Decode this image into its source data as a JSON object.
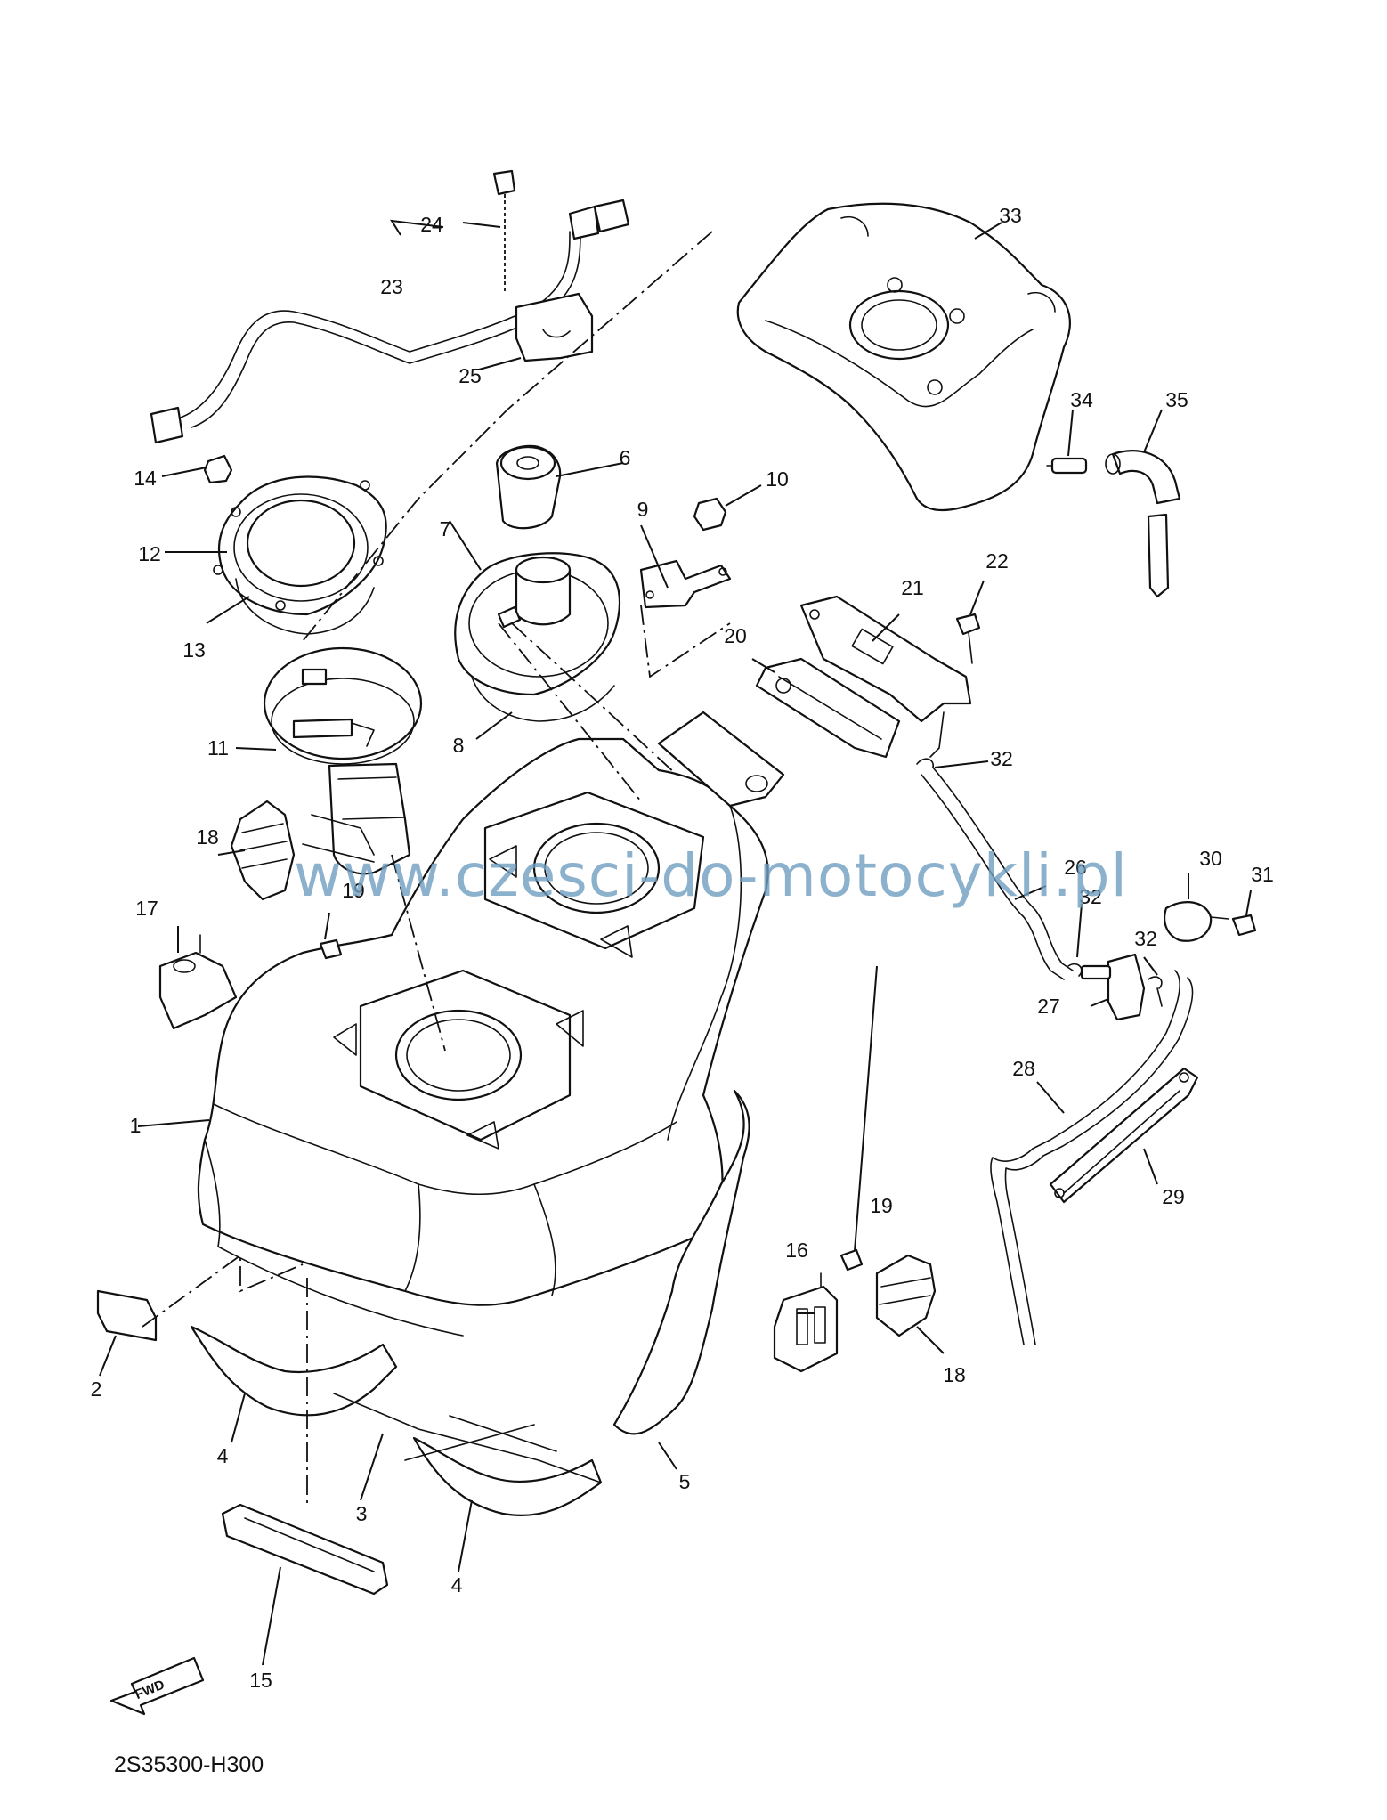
{
  "diagram": {
    "code": "2S35300-H300",
    "watermark": "www.czesci-do-motocykli.pl",
    "fwd_label": "FWD",
    "part_labels": [
      "1",
      "2",
      "3",
      "4",
      "4",
      "5",
      "6",
      "7",
      "8",
      "9",
      "10",
      "11",
      "12",
      "13",
      "14",
      "15",
      "16",
      "17",
      "18",
      "18",
      "19",
      "19",
      "20",
      "21",
      "22",
      "23",
      "24",
      "25",
      "26",
      "27",
      "28",
      "29",
      "30",
      "31",
      "32",
      "32",
      "32",
      "33",
      "34",
      "35"
    ]
  },
  "colors": {
    "line": "#111111",
    "background": "#ffffff",
    "watermark": "#6f9ec0"
  }
}
